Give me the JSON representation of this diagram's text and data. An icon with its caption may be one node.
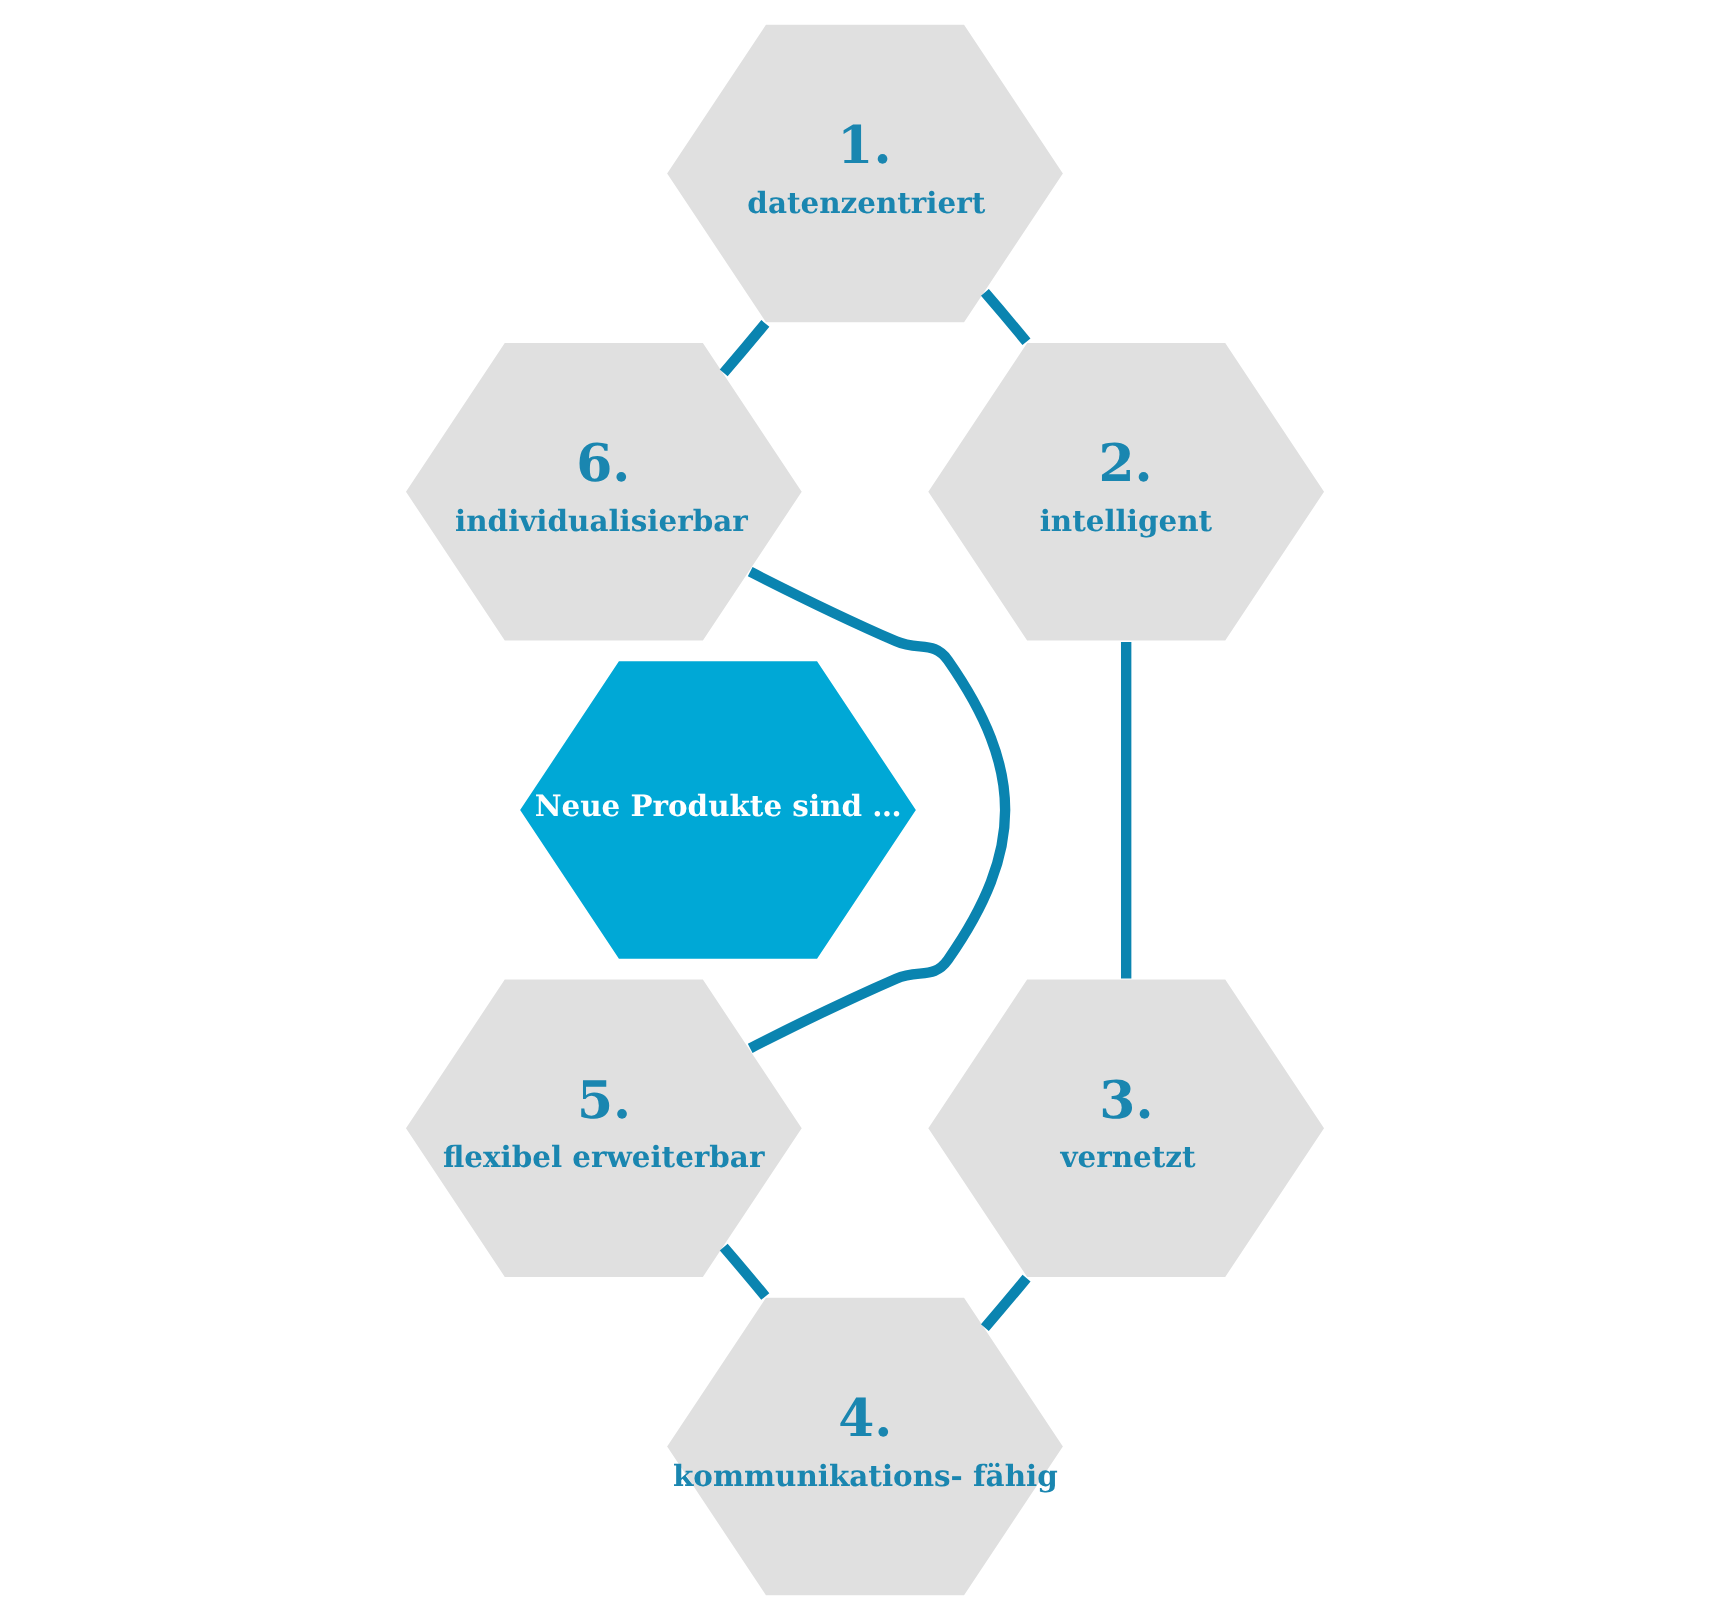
{
  "diagram": {
    "nodes": [
      {
        "text": [
          "Neue Produkte sind …"
        ]
      },
      {
        "text": [
          "1.",
          "datenzentriert"
        ]
      },
      {
        "text": [
          "2.",
          "intelligent"
        ]
      },
      {
        "text": [
          "3.",
          "vernetzt"
        ]
      },
      {
        "text": [
          "4.",
          "kommunikations- fähig"
        ]
      },
      {
        "text": [
          "5.",
          "flexibel erweiterbar"
        ]
      },
      {
        "text": [
          "6.",
          "individualisierbar"
        ]
      }
    ],
    "edges": [
      {
        "from": 1,
        "to": 2,
        "arrow": "none"
      },
      {
        "from": 2,
        "to": 3,
        "arrow": "none"
      },
      {
        "from": 3,
        "to": 4,
        "arrow": "none"
      },
      {
        "from": 4,
        "to": 5,
        "arrow": "none"
      },
      {
        "from": 5,
        "to": 6,
        "arrow": "none"
      },
      {
        "from": 6,
        "to": 1,
        "arrow": "none"
      }
    ]
  }
}
